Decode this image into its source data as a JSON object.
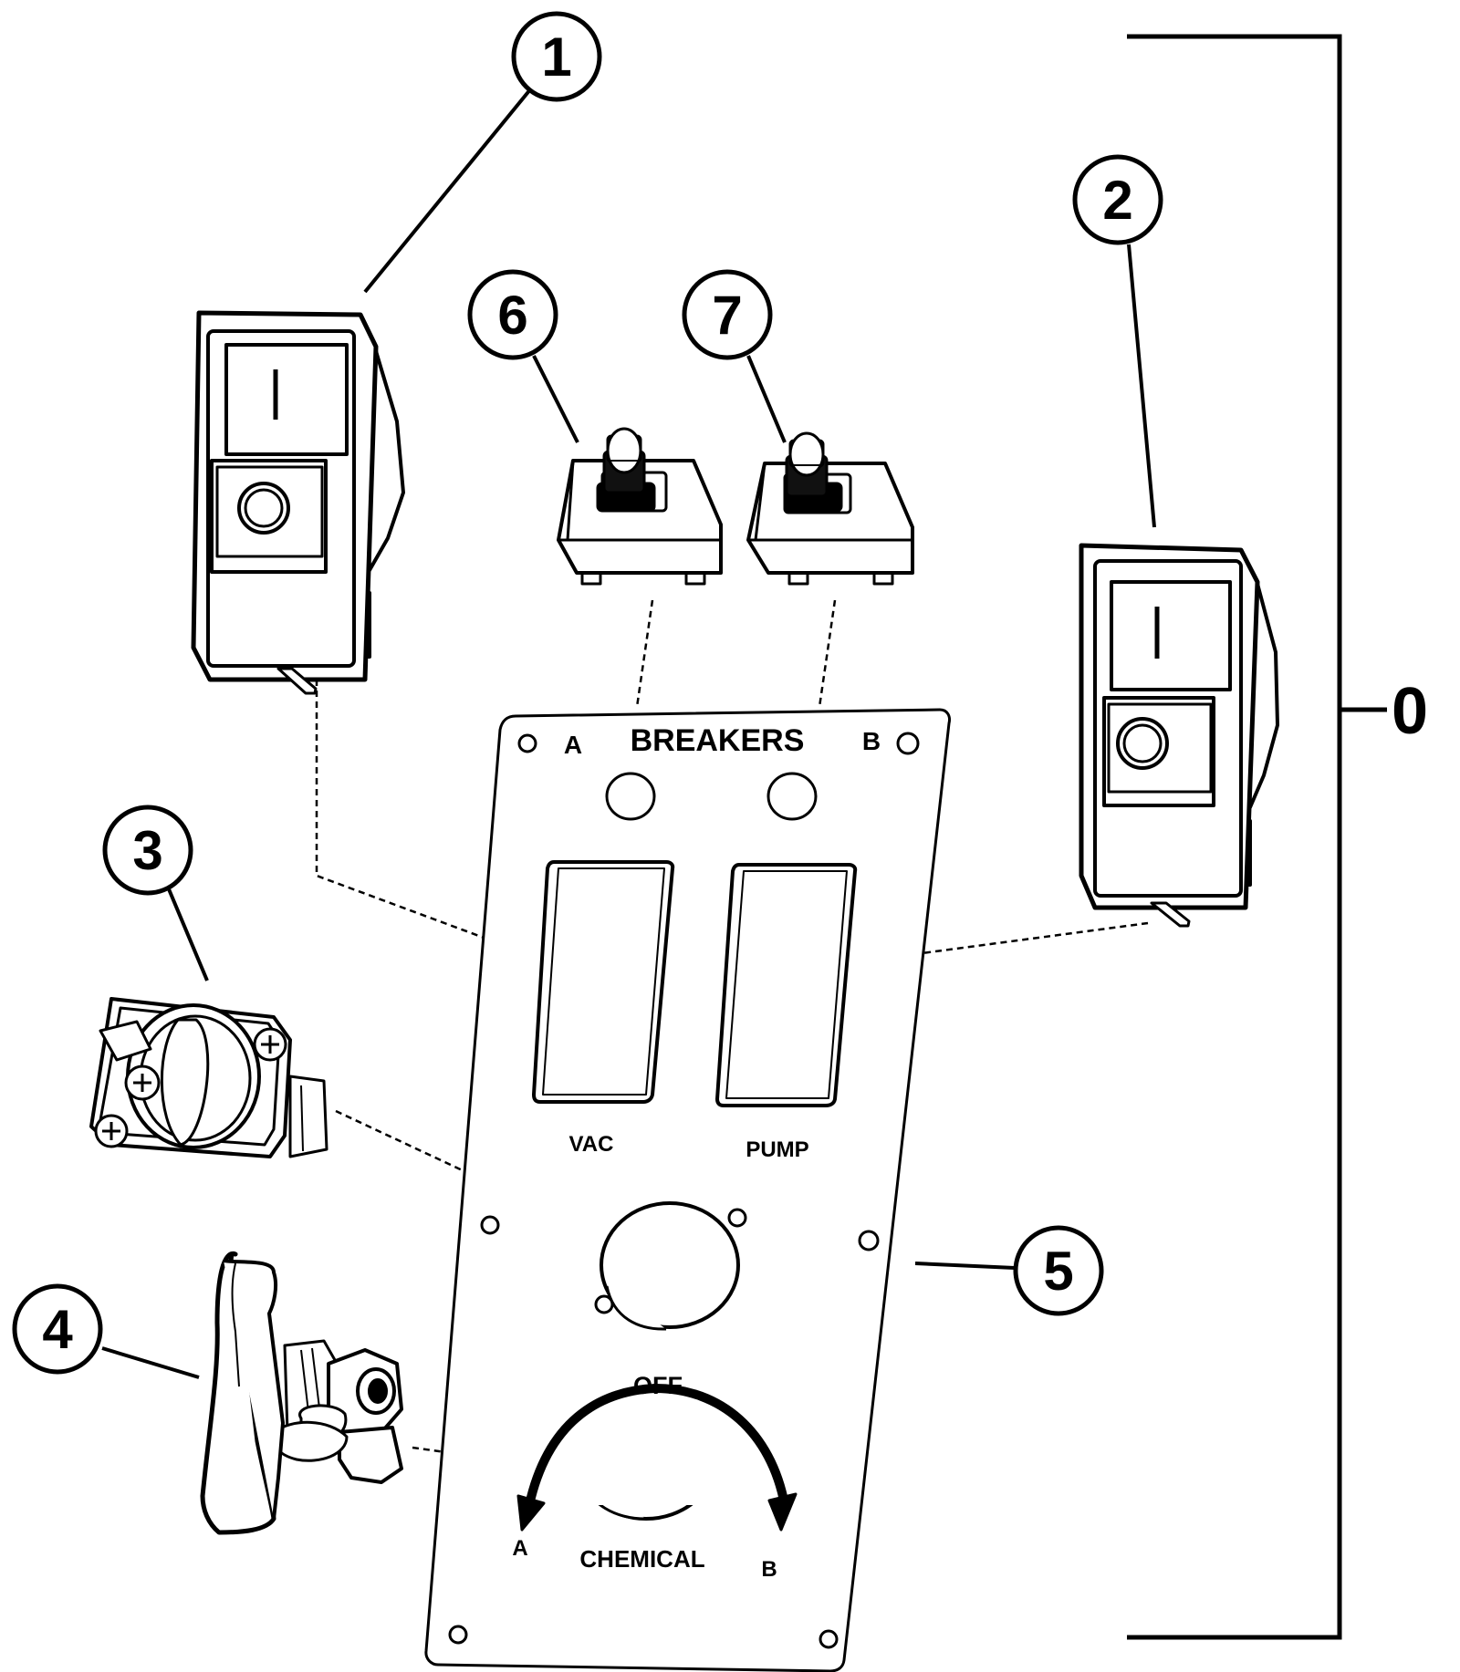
{
  "assembly": {
    "number": "0"
  },
  "callouts": [
    {
      "id": "1",
      "label": "1"
    },
    {
      "id": "2",
      "label": "2"
    },
    {
      "id": "3",
      "label": "3"
    },
    {
      "id": "4",
      "label": "4"
    },
    {
      "id": "5",
      "label": "5"
    },
    {
      "id": "6",
      "label": "6"
    },
    {
      "id": "7",
      "label": "7"
    }
  ],
  "panel": {
    "title": "BREAKERS",
    "breaker_a": "A",
    "breaker_b": "B",
    "switch_left_label": "VAC",
    "switch_right_label": "PUMP",
    "valve_top_label": "OFF",
    "valve_label": "CHEMICAL",
    "valve_left_label": "A",
    "valve_right_label": "B"
  }
}
